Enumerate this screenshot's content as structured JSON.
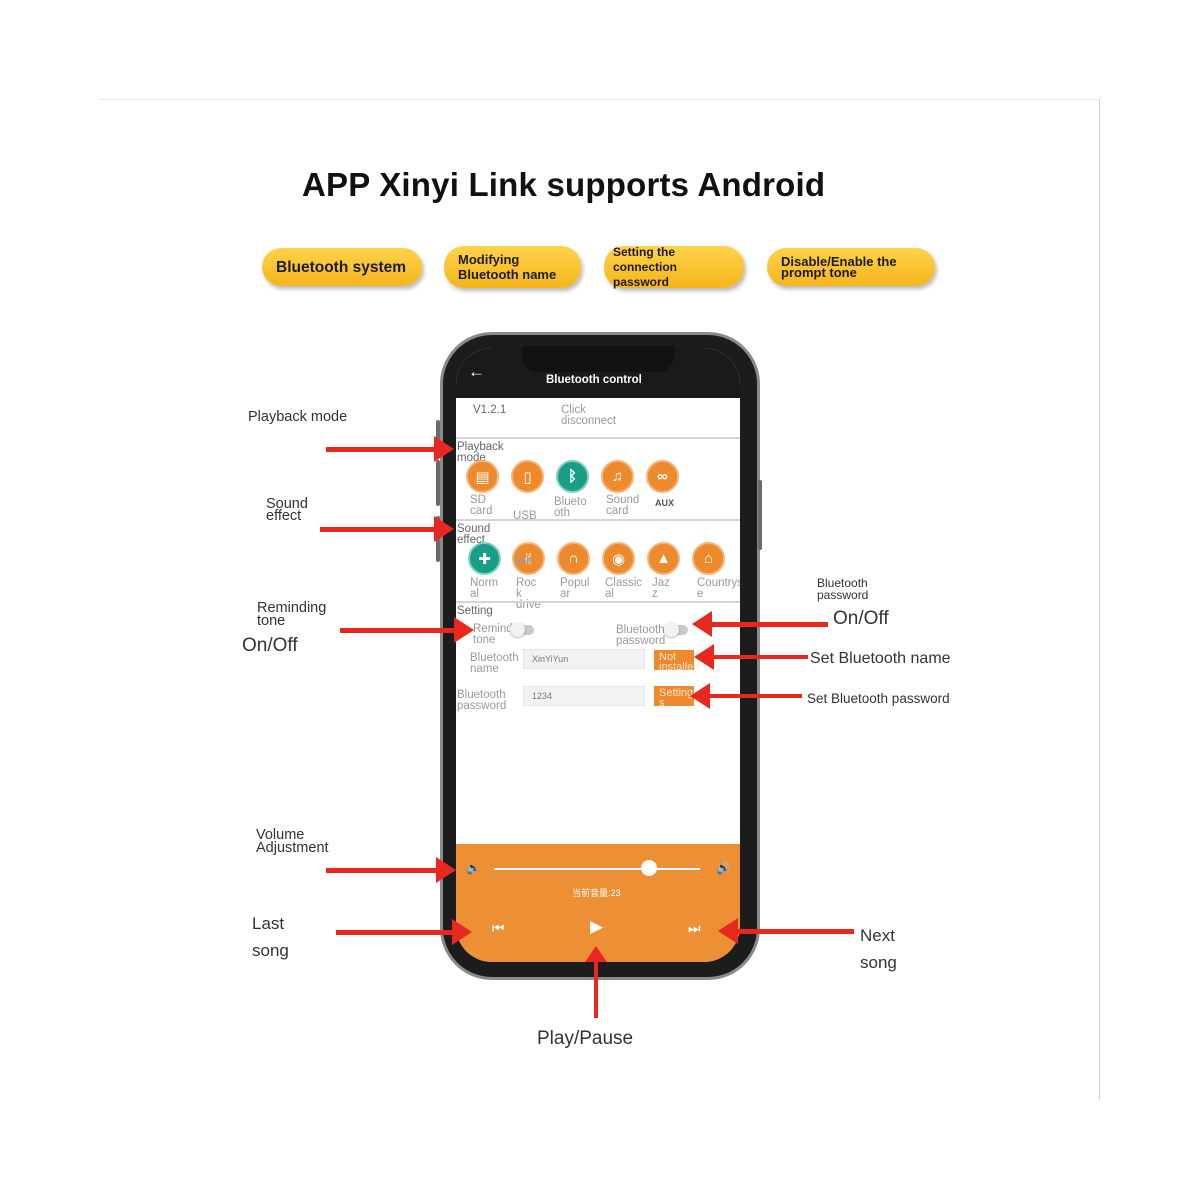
{
  "title": "APP Xinyi Link supports Android",
  "feature_pills": [
    "Bluetooth system",
    "Modifying\nBluetooth name",
    "Setting the\nconnection password",
    "Disable/Enable the\nprompt tone"
  ],
  "annotations": {
    "playback_mode": "Playback mode",
    "sound_effect": "Sound\neffect",
    "reminding_tone": "Reminding\ntone",
    "reminding_onoff": "On/Off",
    "bt_password": "Bluetooth\npassword",
    "bt_password_onoff": "On/Off",
    "set_bt_name": "Set Bluetooth name",
    "set_bt_password": "Set Bluetooth password",
    "volume": "Volume\nAdjustment",
    "last_song": "Last\nsong",
    "next_song": "Next\nsong",
    "play_pause": "Play/Pause"
  },
  "app": {
    "header_title": "Bluetooth control",
    "version": "V1.2.1",
    "disconnect": "Click\ndisconnect",
    "playback_label": "Playback\nmode",
    "modes": [
      {
        "label": "SD\ncard",
        "icon": "sd-card-icon",
        "glyph": "▤"
      },
      {
        "label": "USB",
        "icon": "usb-icon",
        "glyph": "▯"
      },
      {
        "label": "Blueto\noth",
        "icon": "bluetooth-icon",
        "glyph": "ᛒ"
      },
      {
        "label": "Sound\ncard",
        "icon": "music-note-icon",
        "glyph": "♫"
      },
      {
        "label": "AUX",
        "icon": "aux-link-icon",
        "glyph": "∞"
      }
    ],
    "sound_label": "Sound\neffect",
    "effects": [
      {
        "label": "Norm\nal",
        "icon": "normal-plus-icon",
        "glyph": "✚"
      },
      {
        "label": "Roc\nk\ndrive",
        "icon": "rock-icon",
        "glyph": "✌"
      },
      {
        "label": "Popul\nar",
        "icon": "headphones-icon",
        "glyph": "∩"
      },
      {
        "label": "Classic\nal",
        "icon": "disc-icon",
        "glyph": "◉"
      },
      {
        "label": "Jaz\nz",
        "icon": "hat-icon",
        "glyph": "▲"
      },
      {
        "label": "Countrysid\ne",
        "icon": "landscape-icon",
        "glyph": "⌂"
      }
    ],
    "effects_overlap_text": "ash",
    "setting_label": "Setting",
    "reminding_tone_label": "Remindin\ntone",
    "bt_password_toggle_label": "Bluetooth\npassword",
    "bt_name_label": "Bluetooth\nname",
    "bt_name_value": "XinYiYun",
    "bt_name_button": "Not\ninstalled",
    "bt_password_label": "Bluetooth\npassword",
    "bt_password_value": "1234",
    "bt_password_button": "Setting\ns",
    "volume_text": "当前音量:23",
    "volume_level": 0.75
  },
  "colors": {
    "accent": "#ec8a2d",
    "active": "#1a9d86",
    "arrow": "#e8281e",
    "pill": "#f7bd2a"
  }
}
